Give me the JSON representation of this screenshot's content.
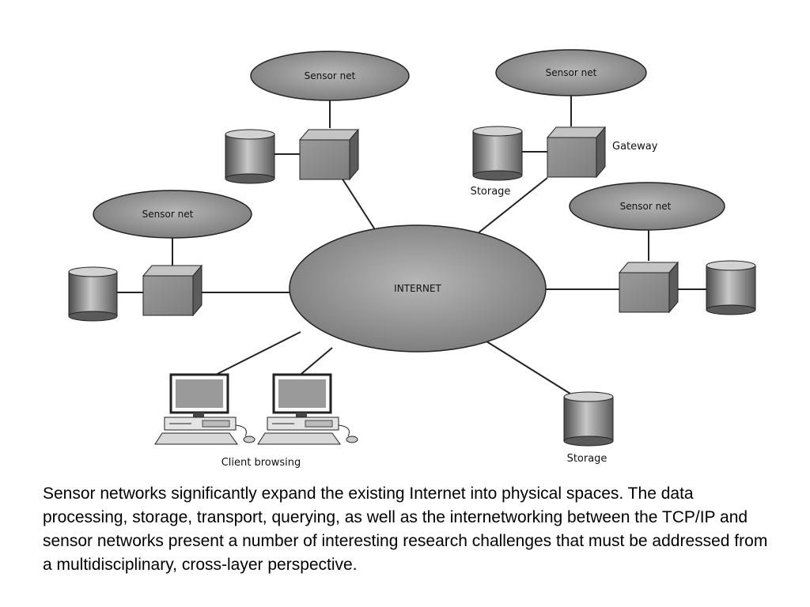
{
  "diagram": {
    "sensor_net_label": "Sensor net",
    "internet_label": "INTERNET",
    "gateway_label": "Gateway",
    "storage_label": "Storage",
    "client_label": "Client browsing"
  },
  "caption": "Sensor networks significantly expand the existing Internet into physical spaces. The data processing, storage, transport, querying, as well as the internetworking between the TCP/IP and sensor networks present a number of interesting research challenges that must be addressed from a multidisciplinary, cross-layer perspective."
}
